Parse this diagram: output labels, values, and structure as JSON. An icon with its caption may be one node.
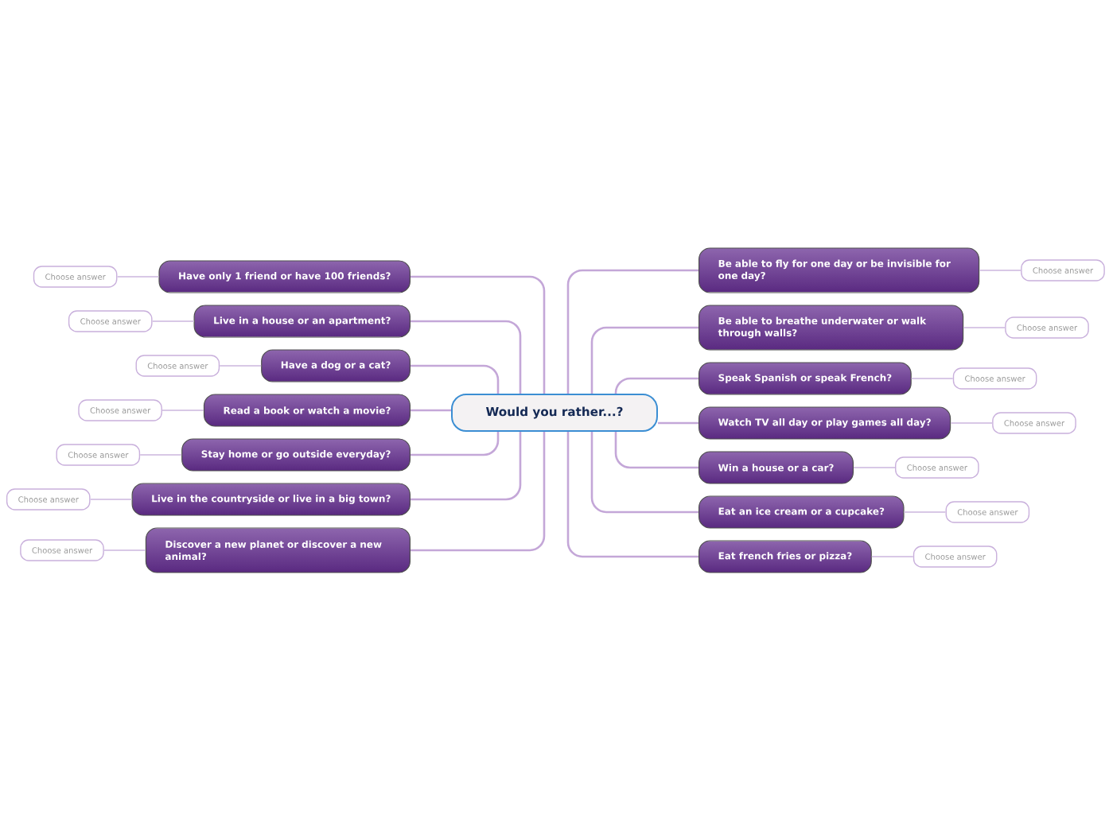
{
  "diagram": {
    "nodes": [
      {
        "text": [
          "Would you rather...?"
        ]
      },
      {
        "text": [
          "Have only 1 friend or have 100 friends?"
        ]
      },
      {
        "text": [
          "Choose answer"
        ]
      },
      {
        "text": [
          "Live in a house or an apartment?"
        ]
      },
      {
        "text": [
          "Choose answer"
        ]
      },
      {
        "text": [
          "Have a dog or a cat?"
        ]
      },
      {
        "text": [
          "Choose answer"
        ]
      },
      {
        "text": [
          "Read a book or watch a movie?"
        ]
      },
      {
        "text": [
          "Choose answer"
        ]
      },
      {
        "text": [
          "Stay home or go outside everyday?"
        ]
      },
      {
        "text": [
          "Choose answer"
        ]
      },
      {
        "text": [
          "Live in the countryside or live in a big town?"
        ]
      },
      {
        "text": [
          "Choose answer"
        ]
      },
      {
        "text": [
          "Discover a new planet or discover a new animal?"
        ]
      },
      {
        "text": [
          "Choose answer"
        ]
      },
      {
        "text": [
          "Be able to fly for one day or be invisible for one day?"
        ]
      },
      {
        "text": [
          "Choose answer"
        ]
      },
      {
        "text": [
          "Be able to breathe underwater or walk through walls?"
        ]
      },
      {
        "text": [
          "Choose answer"
        ]
      },
      {
        "text": [
          "Speak Spanish or speak French?"
        ]
      },
      {
        "text": [
          "Choose answer"
        ]
      },
      {
        "text": [
          "Watch TV all day or play games all day?"
        ]
      },
      {
        "text": [
          "Choose answer"
        ]
      },
      {
        "text": [
          "Win a house or a car?"
        ]
      },
      {
        "text": [
          "Choose answer"
        ]
      },
      {
        "text": [
          "Eat an ice cream or a cupcake?"
        ]
      },
      {
        "text": [
          "Choose answer"
        ]
      },
      {
        "text": [
          "Eat french fries or pizza?"
        ]
      },
      {
        "text": [
          "Choose answer"
        ]
      }
    ],
    "edges": [
      {
        "from": 0,
        "to": 1,
        "arrow": "none"
      },
      {
        "from": 1,
        "to": 2,
        "arrow": "none"
      },
      {
        "from": 0,
        "to": 3,
        "arrow": "none"
      },
      {
        "from": 3,
        "to": 4,
        "arrow": "none"
      },
      {
        "from": 0,
        "to": 5,
        "arrow": "none"
      },
      {
        "from": 5,
        "to": 6,
        "arrow": "none"
      },
      {
        "from": 0,
        "to": 7,
        "arrow": "none"
      },
      {
        "from": 7,
        "to": 8,
        "arrow": "none"
      },
      {
        "from": 0,
        "to": 9,
        "arrow": "none"
      },
      {
        "from": 9,
        "to": 10,
        "arrow": "none"
      },
      {
        "from": 0,
        "to": 11,
        "arrow": "none"
      },
      {
        "from": 11,
        "to": 12,
        "arrow": "none"
      },
      {
        "from": 0,
        "to": 13,
        "arrow": "none"
      },
      {
        "from": 13,
        "to": 14,
        "arrow": "none"
      },
      {
        "from": 0,
        "to": 15,
        "arrow": "none"
      },
      {
        "from": 15,
        "to": 16,
        "arrow": "none"
      },
      {
        "from": 0,
        "to": 17,
        "arrow": "none"
      },
      {
        "from": 17,
        "to": 18,
        "arrow": "none"
      },
      {
        "from": 0,
        "to": 19,
        "arrow": "none"
      },
      {
        "from": 19,
        "to": 20,
        "arrow": "none"
      },
      {
        "from": 0,
        "to": 21,
        "arrow": "none"
      },
      {
        "from": 21,
        "to": 22,
        "arrow": "none"
      },
      {
        "from": 0,
        "to": 23,
        "arrow": "none"
      },
      {
        "from": 23,
        "to": 24,
        "arrow": "none"
      },
      {
        "from": 0,
        "to": 25,
        "arrow": "none"
      },
      {
        "from": 25,
        "to": 26,
        "arrow": "none"
      },
      {
        "from": 0,
        "to": 27,
        "arrow": "none"
      },
      {
        "from": 27,
        "to": 28,
        "arrow": "none"
      }
    ]
  }
}
